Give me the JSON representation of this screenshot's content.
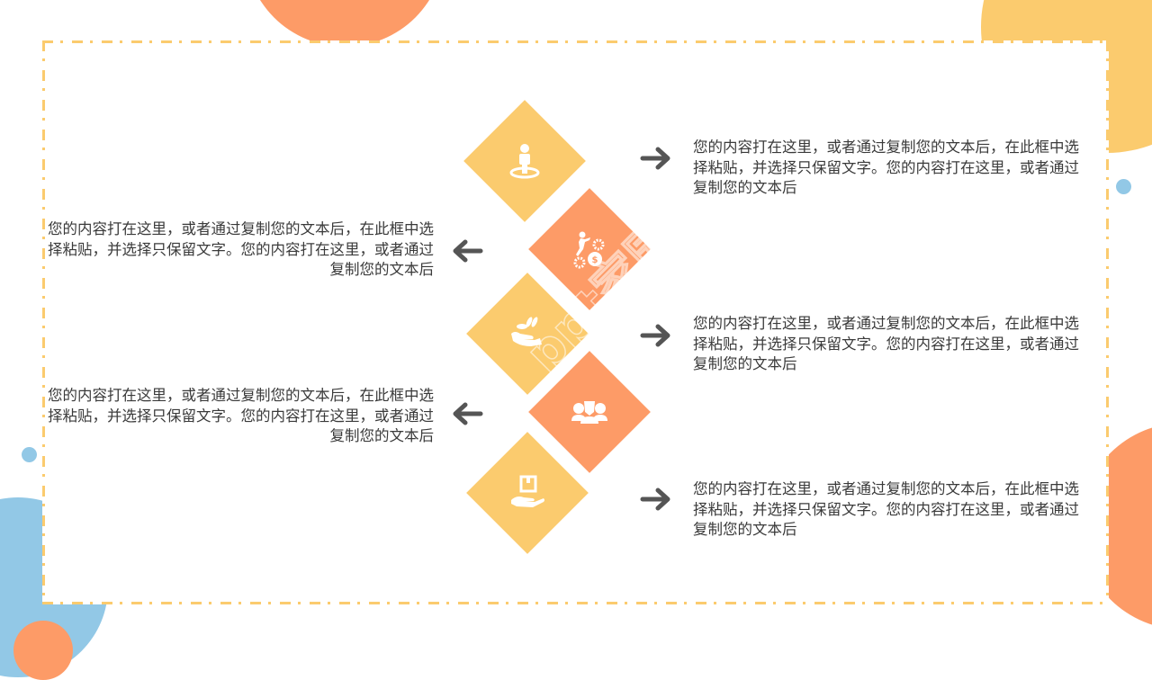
{
  "slide": {
    "colors": {
      "yellow": "#fbcb6e",
      "orange": "#fd9b67",
      "blue": "#92c8e6",
      "text": "#3a3a3a",
      "arrow": "#555555",
      "frame_border": "#fbcb6e"
    },
    "items": [
      {
        "side": "right",
        "icon": "person-on-target-icon",
        "color": "yellow",
        "text": "您的内容打在这里，或者通过复制您的文本后，在此框中选择粘贴，并选择只保留文字。您的内容打在这里，或者通过复制您的文本后"
      },
      {
        "side": "left",
        "icon": "person-climbing-gears-icon",
        "color": "orange",
        "text": "您的内容打在这里，或者通过复制您的文本后，在此框中选择粘贴，并选择只保留文字。您的内容打在这里，或者通过复制您的文本后"
      },
      {
        "side": "right",
        "icon": "hand-with-coins-icon",
        "color": "yellow",
        "text": "您的内容打在这里，或者通过复制您的文本后，在此框中选择粘贴，并选择只保留文字。您的内容打在这里，或者通过复制您的文本后"
      },
      {
        "side": "left",
        "icon": "team-group-icon",
        "color": "orange",
        "text": "您的内容打在这里，或者通过复制您的文本后，在此框中选择粘贴，并选择只保留文字。您的内容打在这里，或者通过复制您的文本后"
      },
      {
        "side": "right",
        "icon": "hand-holding-box-icon",
        "color": "yellow",
        "text": "您的内容打在这里，或者通过复制您的文本后，在此框中选择粘贴，并选择只保留文字。您的内容打在这里，或者通过复制您的文本后"
      }
    ],
    "watermark": "ppt家园"
  }
}
